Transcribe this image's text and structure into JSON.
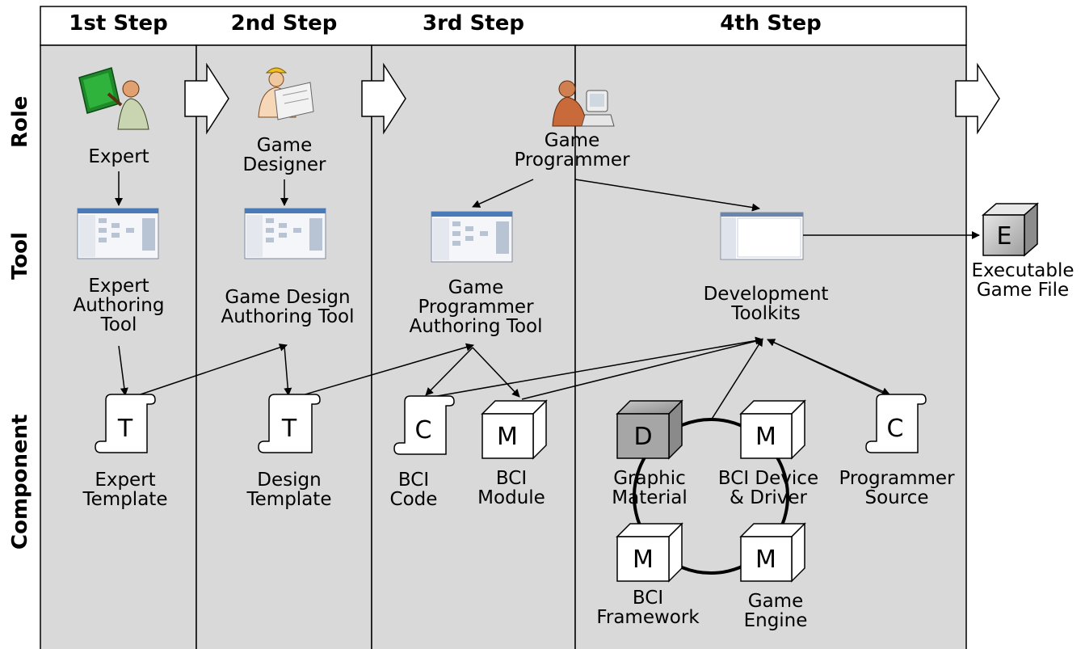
{
  "steps": [
    "1st Step",
    "2nd Step",
    "3rd Step",
    "4th Step"
  ],
  "rows": [
    "Role",
    "Tool",
    "Component"
  ],
  "roles": {
    "expert": "Expert",
    "game_designer": "Game\nDesigner",
    "game_programmer": "Game\nProgrammer"
  },
  "tools": {
    "expert_authoring": "Expert\nAuthoring\nTool",
    "game_design_authoring": "Game Design\nAuthoring Tool",
    "game_programmer_authoring": "Game\nProgrammer\nAuthoring Tool",
    "development_toolkits": "Development\nToolkits"
  },
  "output": {
    "letter": "E",
    "label": "Executable\nGame File"
  },
  "components": {
    "expert_template": {
      "letter": "T",
      "label": "Expert\nTemplate"
    },
    "design_template": {
      "letter": "T",
      "label": "Design\nTemplate"
    },
    "bci_code": {
      "letter": "C",
      "label": "BCI\nCode"
    },
    "bci_module": {
      "letter": "M",
      "label": "BCI\nModule"
    },
    "graphic_material": {
      "letter": "D",
      "label": "Graphic\nMaterial"
    },
    "bci_device_driver": {
      "letter": "M",
      "label": "BCI Device\n& Driver"
    },
    "programmer_source": {
      "letter": "C",
      "label": "Programmer\nSource"
    },
    "bci_framework": {
      "letter": "M",
      "label": "BCI\nFramework"
    },
    "game_engine": {
      "letter": "M",
      "label": "Game\nEngine"
    }
  },
  "icons": {
    "expert": "presenter-icon",
    "game_designer": "designer-with-blueprint-icon",
    "game_programmer": "programmer-at-computer-icon",
    "authoring_tool": "tool-window-screenshot-icon",
    "template": "scroll-document-icon",
    "module": "cube-icon",
    "step_arrow": "block-arrow-right-icon"
  },
  "colors": {
    "panel": "#d9d9d9",
    "border": "#000000",
    "dark_cube": "#a6a6a6",
    "light_cube": "#ffffff"
  }
}
